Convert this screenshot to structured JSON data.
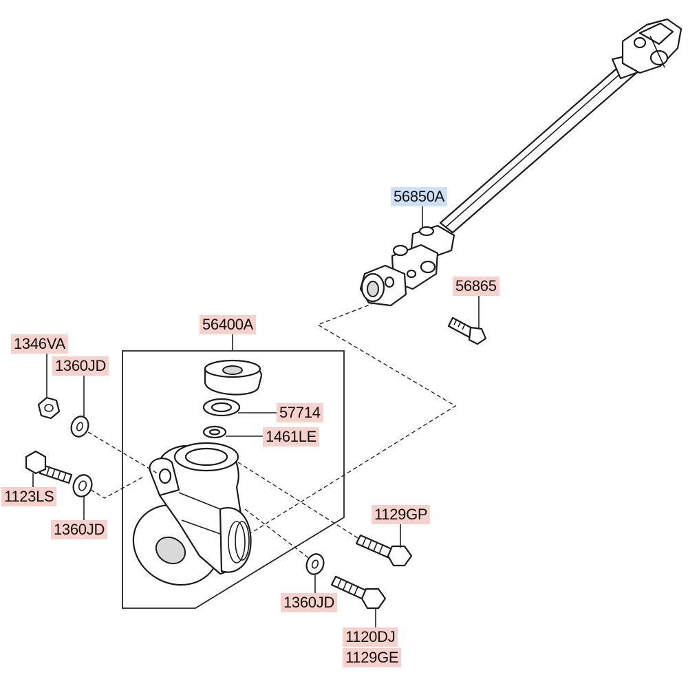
{
  "diagram": {
    "colors": {
      "selected_label_bg": "#cfe0f6",
      "label_bg": "#f7d2cd",
      "line": "#1a1a1a"
    },
    "labels": {
      "intermediate_shaft": "56850A",
      "shaft_bolt": "56865",
      "gear_box_assy": "56400A",
      "hub_1": "1346VA",
      "hub_2": "1360JD",
      "seal": "57714",
      "bearing": "1461LE",
      "bolt_1": "1123LS",
      "washer_left": "1360JD",
      "bolt_2": "1129GP",
      "washer_bottom": "1360JD",
      "bolt_3a": "1120DJ",
      "bolt_3b": "1129GE"
    }
  }
}
